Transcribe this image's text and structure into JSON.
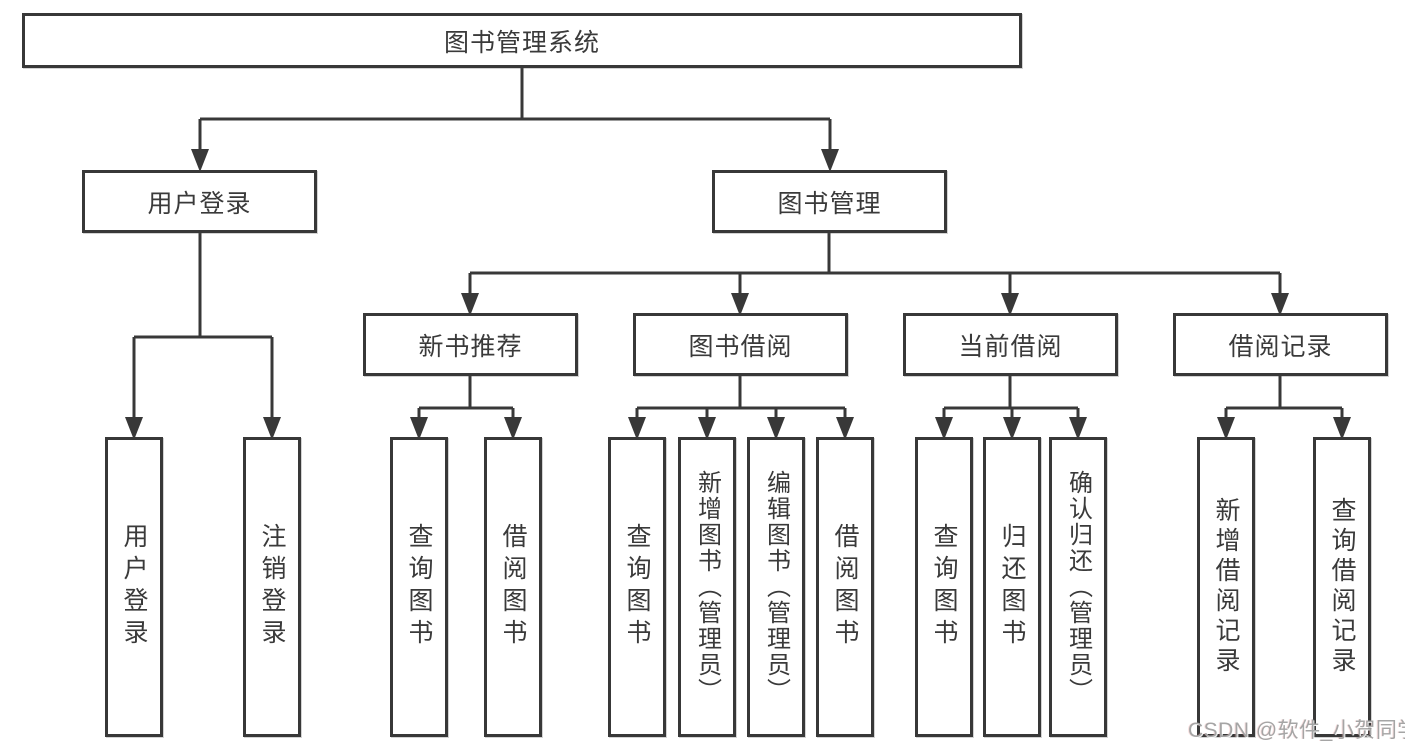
{
  "diagram": {
    "title": "图书管理系统",
    "root": {
      "label": "图书管理系统"
    },
    "level2": [
      {
        "label": "用户登录"
      },
      {
        "label": "图书管理"
      }
    ],
    "level3": [
      {
        "label": "新书推荐"
      },
      {
        "label": "图书借阅"
      },
      {
        "label": "当前借阅"
      },
      {
        "label": "借阅记录"
      }
    ],
    "leaves": [
      {
        "label": "用户登录"
      },
      {
        "label": "注销登录"
      },
      {
        "label": "查询图书"
      },
      {
        "label": "借阅图书"
      },
      {
        "label": "查询图书"
      },
      {
        "label": "新增图书（管理员）"
      },
      {
        "label": "编辑图书（管理员）"
      },
      {
        "label": "借阅图书"
      },
      {
        "label": "查询图书"
      },
      {
        "label": "归还图书"
      },
      {
        "label": "确认归还（管理员）"
      },
      {
        "label": "新增借阅记录"
      },
      {
        "label": "查询借阅记录"
      }
    ]
  },
  "colors": {
    "line": "#383838",
    "text": "#3a3a3a",
    "background": "#ffffff",
    "watermark": "#a5a5a5"
  },
  "watermark": {
    "text": "CSDN @软件_小贺同学"
  }
}
